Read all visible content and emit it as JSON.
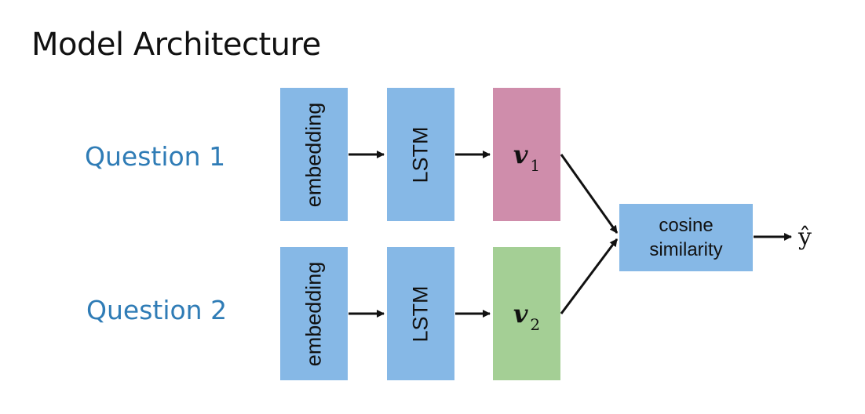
{
  "title": "Model Architecture",
  "inputs": [
    {
      "label": "Question 1",
      "embedding": "embedding",
      "lstm": "LSTM",
      "vector": "v",
      "vector_sub": "1",
      "vector_color": "#cf8dab"
    },
    {
      "label": "Question 2",
      "embedding": "embedding",
      "lstm": "LSTM",
      "vector": "v",
      "vector_sub": "2",
      "vector_color": "#a4cf95"
    }
  ],
  "block_color": "#86b8e6",
  "question_color": "#2f7cb6",
  "cosine": {
    "line1": "cosine",
    "line2": "similarity"
  },
  "output": "ŷ"
}
